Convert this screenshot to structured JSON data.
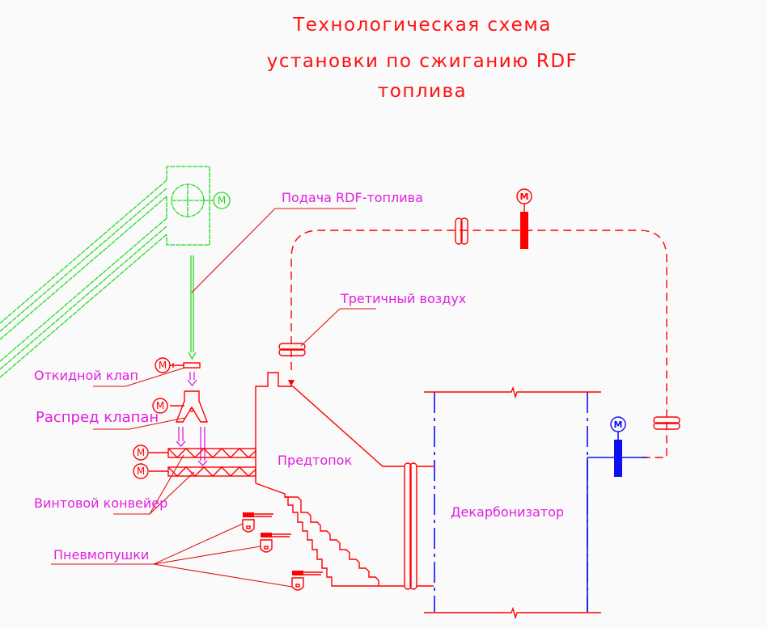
{
  "title": {
    "line1": "Технологическая схема",
    "line2": "установки по сжиганию RDF",
    "line3": "топлива"
  },
  "labels": {
    "rdf_feed": "Подача RDF-топлива",
    "tertiary_air": "Третичный воздух",
    "flap_valve": "Откидной клап",
    "distribution_valve": "Распред клапан",
    "screw_conveyor": "Винтовой конвейер",
    "air_cannons": "Пневмопушки",
    "pre_furnace": "Предтопок",
    "decarbonizer": "Декарбонизатор"
  },
  "motor_symbol": "M",
  "colors": {
    "title": "#ff1010",
    "labels": "#e020e0",
    "equipment": "#ff0000",
    "conveyor": "#22dd22",
    "decarbonizer": "#1010ee"
  }
}
